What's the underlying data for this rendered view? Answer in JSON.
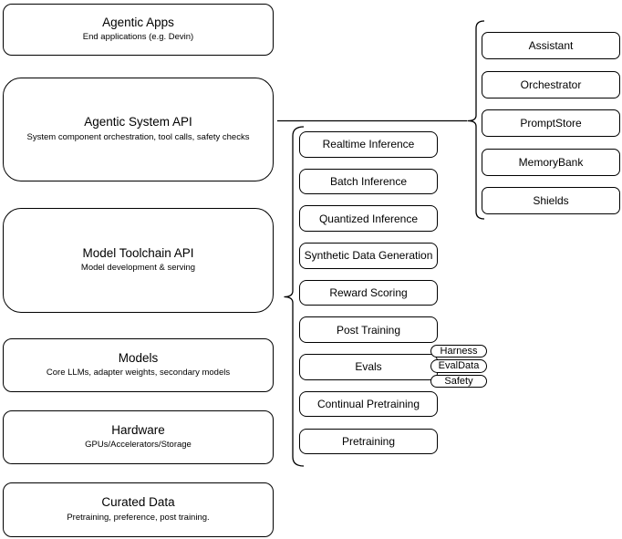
{
  "diagram": {
    "left_stack": [
      {
        "title": "Agentic Apps",
        "subtitle": "End applications (e.g. Devin)"
      },
      {
        "title": "Agentic System API",
        "subtitle": "System component orchestration, tool calls, safety checks"
      },
      {
        "title": "Model Toolchain API",
        "subtitle": "Model development & serving"
      },
      {
        "title": "Models",
        "subtitle": "Core LLMs, adapter weights, secondary models"
      },
      {
        "title": "Hardware",
        "subtitle": "GPUs/Accelerators/Storage"
      },
      {
        "title": "Curated Data",
        "subtitle": "Pretraining, preference, post training."
      }
    ],
    "toolchain_group": [
      "Realtime Inference",
      "Batch Inference",
      "Quantized Inference",
      "Synthetic Data Generation",
      "Reward Scoring",
      "Post Training",
      "Evals",
      "Continual Pretraining",
      "Pretraining"
    ],
    "evals_tags": [
      "Harness",
      "EvalData",
      "Safety"
    ],
    "system_group": [
      "Assistant",
      "Orchestrator",
      "PromptStore",
      "MemoryBank",
      "Shields"
    ],
    "colors": {
      "stroke": "#000000",
      "fill": "#ffffff",
      "background": "#ffffff"
    }
  }
}
